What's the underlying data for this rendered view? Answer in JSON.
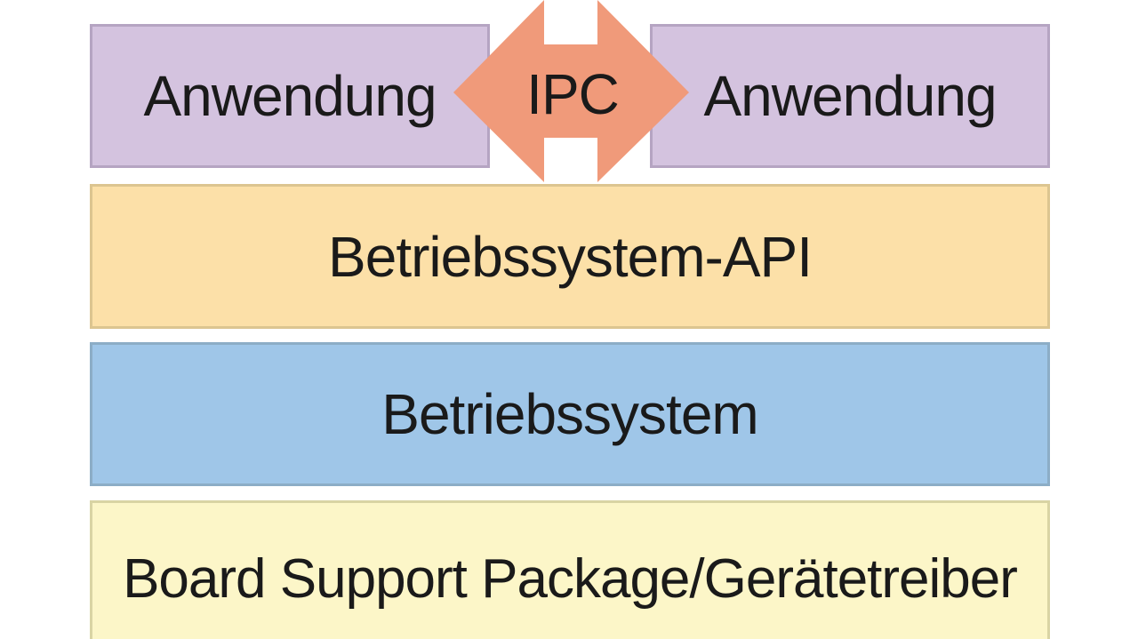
{
  "diagram": {
    "apps": {
      "left_label": "Anwendung",
      "right_label": "Anwendung",
      "fill": "#d4c3df"
    },
    "ipc": {
      "label": "IPC",
      "fill": "#f09a7a",
      "icon": "double-arrow-icon"
    },
    "layers": {
      "api": {
        "label": "Betriebssystem-API",
        "fill": "#fce0a8"
      },
      "os": {
        "label": "Betriebssystem",
        "fill": "#9fc6e8"
      },
      "bsp": {
        "label": "Board Support Package/Gerätetreiber",
        "fill": "#fcf6c8"
      }
    }
  }
}
